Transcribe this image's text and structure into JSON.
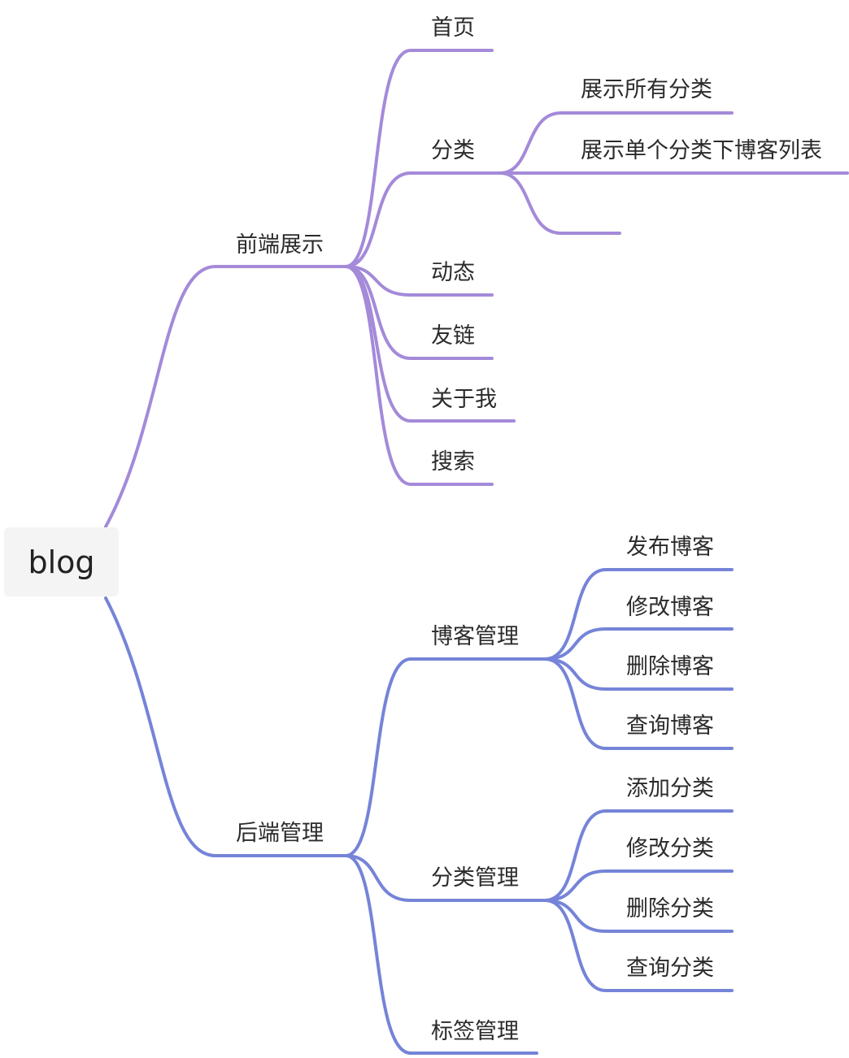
{
  "root": {
    "label": "blog"
  },
  "colors": {
    "frontend": "#a48ad9",
    "backend": "#7584d8"
  },
  "frontend": {
    "label": "前端展示",
    "children": {
      "home": "首页",
      "category": {
        "label": "分类",
        "children": {
          "show_all": "展示所有分类",
          "show_single": "展示单个分类下博客列表",
          "empty": ""
        }
      },
      "dynamic": "动态",
      "friend_links": "友链",
      "about_me": "关于我",
      "search": "搜索"
    }
  },
  "backend": {
    "label": "后端管理",
    "children": {
      "blog_mgmt": {
        "label": "博客管理",
        "children": {
          "publish": "发布博客",
          "edit": "修改博客",
          "delete": "删除博客",
          "query": "查询博客"
        }
      },
      "category_mgmt": {
        "label": "分类管理",
        "children": {
          "add": "添加分类",
          "edit": "修改分类",
          "delete": "删除分类",
          "query": "查询分类"
        }
      },
      "tag_mgmt": {
        "label": "标签管理"
      }
    }
  }
}
